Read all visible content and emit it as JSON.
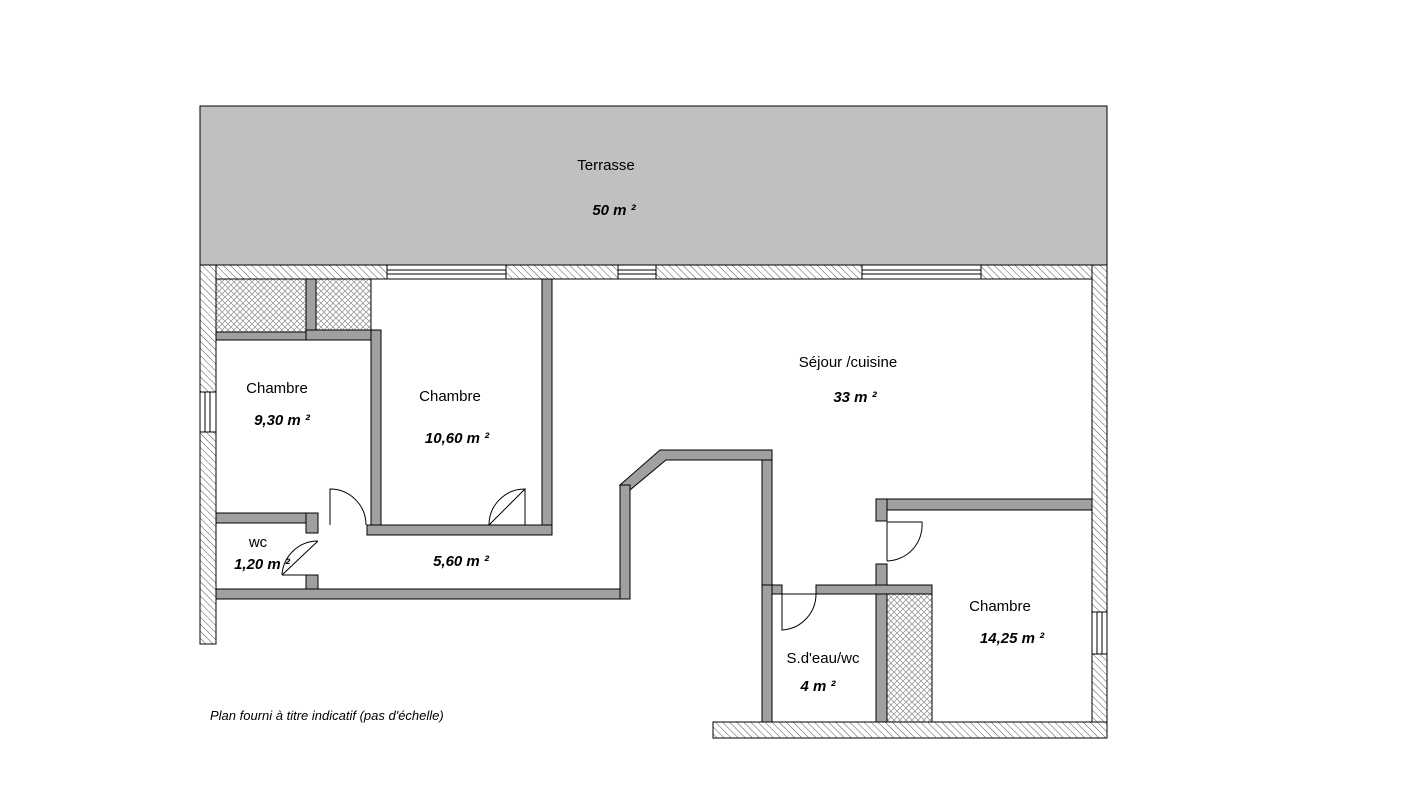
{
  "rooms": {
    "terrasse": {
      "label": "Terrasse",
      "area": "50 m ²"
    },
    "chambre_1": {
      "label": "Chambre",
      "area": "9,30 m ²"
    },
    "chambre_2": {
      "label": "Chambre",
      "area": "10,60 m ²"
    },
    "sejour": {
      "label": "Séjour /cuisine",
      "area": "33 m ²"
    },
    "wc": {
      "label": "wc",
      "area": "1,20 m ²"
    },
    "couloir": {
      "area": "5,60 m ²"
    },
    "sdeau": {
      "label": "S.d'eau/wc",
      "area": "4 m ²"
    },
    "chambre_3": {
      "label": "Chambre",
      "area": "14,25 m ²"
    }
  },
  "note": "Plan fourni à titre indicatif (pas d'échelle)",
  "colors": {
    "terrace": "#c0c0c0",
    "wall": "#a0a0a0",
    "line": "#000000",
    "background": "#ffffff"
  }
}
